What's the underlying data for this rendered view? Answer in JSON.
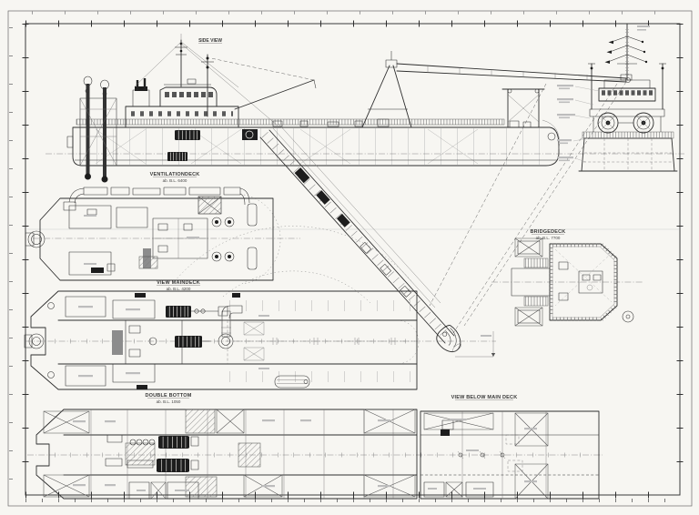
{
  "colors": {
    "paper": "#f7f6f2",
    "ink": "#2e2e2e",
    "faint_gray": "#9a9a9a"
  },
  "drawing": {
    "type": "general-arrangement-cutter-suction-dredger",
    "views": {
      "side": {
        "title": "SIDE VIEW"
      },
      "ventilation_deck": {
        "title": "VENTILATIONDECK",
        "elevation": "ab. B.L. 6400"
      },
      "bridge_deck": {
        "title": "BRIDGEDECK",
        "elevation": "ab. B.L. 7700"
      },
      "main_deck": {
        "title": "VIEW MAINDECK",
        "elevation": "ab. B.L. 4200"
      },
      "double_bottom": {
        "title": "DOUBLE BOTTOM",
        "elevation": "ab. B.L. 1050"
      },
      "below_main_deck": {
        "title": "VIEW BELOW MAIN DECK"
      }
    }
  }
}
